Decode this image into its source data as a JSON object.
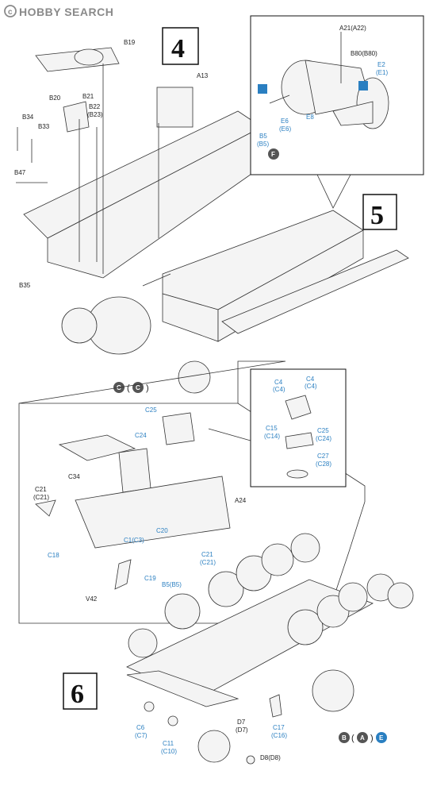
{
  "logo": {
    "text": "HOBBY SEARCH",
    "symbol": "copyright-circle-icon"
  },
  "steps": {
    "four": "4",
    "five": "5",
    "six": "6"
  },
  "step4_labels": {
    "b19": "B19",
    "a13": "A13",
    "b20": "B20",
    "b21": "B21",
    "b22": "B22",
    "b23": "(B23)",
    "b34": "B34",
    "b33": "B33",
    "b47": "B47",
    "b35": "B35"
  },
  "step5_labels": {
    "a21": "A21(A22)",
    "b80": "B80(B80)",
    "e2": "E2",
    "e1": "(E1)",
    "e6": "E6",
    "e6b": "(E6)",
    "e8": "E8",
    "b5": "B5",
    "b5b": "(B5)",
    "badge_f": "F",
    "c_paren": "C",
    "c_paren2": "(",
    "c_inner": "C",
    "c_close": ")"
  },
  "step6_labels": {
    "c25top": "C25",
    "c24": "C24",
    "c34": "C34",
    "c21a": "C21",
    "c21b": "(C21)",
    "a24": "A24",
    "c18": "C18",
    "c1": "C1(C3)",
    "c20": "C20",
    "c21c": "C21",
    "c21d": "(C21)",
    "c19": "C19",
    "b5": "B5(B5)",
    "v42": "V42",
    "inset_c4a": "C4",
    "inset_c4a2": "(C4)",
    "inset_c4b": "C4",
    "inset_c4b2": "(C4)",
    "inset_c15": "C15",
    "inset_c14": "(C14)",
    "inset_c25": "C25",
    "inset_c24": "(C24)",
    "inset_c27": "C27",
    "inset_c28": "(C28)",
    "d7": "D7",
    "d7b": "(D7)",
    "c17": "C17",
    "c16": "(C16)",
    "c6": "C6",
    "c7": "(C7)",
    "c11": "C11",
    "c10": "(C10)",
    "d8": "D8(D8)",
    "badge_b": "B",
    "badge_a": "A",
    "badge_e": "E",
    "paren_open": "(",
    "paren_close": ")"
  },
  "colors": {
    "blue_label": "#2a7fc1",
    "badge_dark": "#555555"
  }
}
